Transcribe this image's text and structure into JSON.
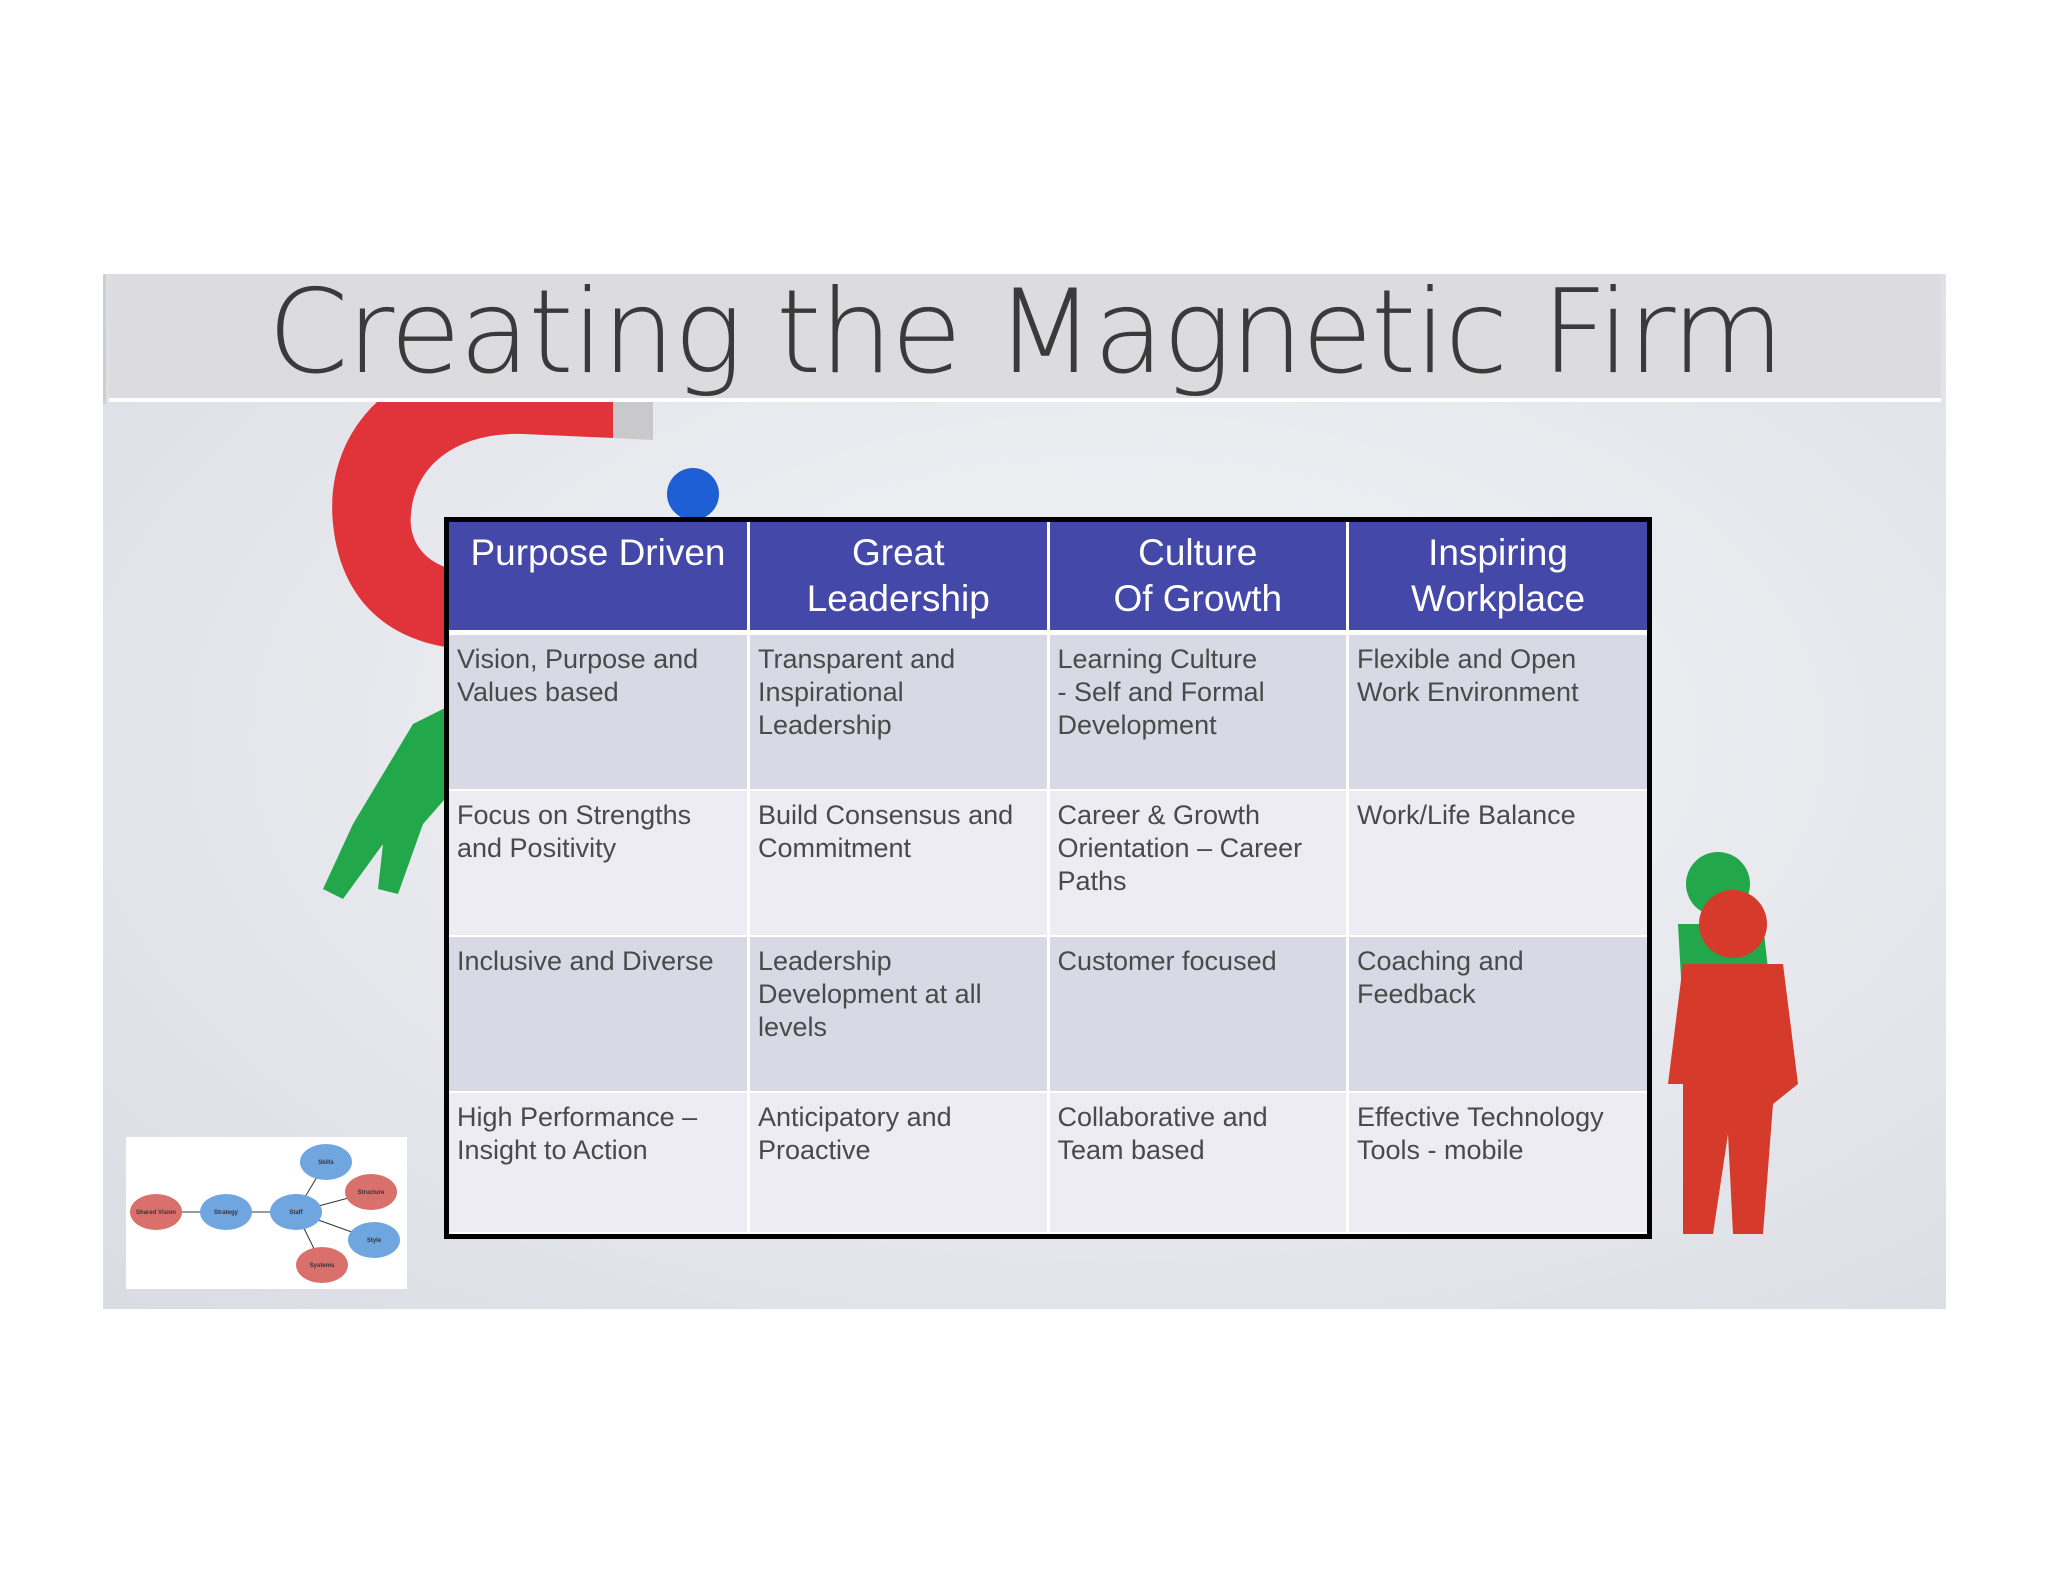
{
  "title": "Creating the Magnetic Firm",
  "columns": [
    "Purpose Driven",
    "Great Leadership",
    "Culture\nOf Growth",
    "Inspiring\nWorkplace"
  ],
  "rows": [
    [
      "Vision, Purpose and Values based",
      "Transparent and Inspirational Leadership",
      "Learning Culture\n- Self and Formal Development",
      "Flexible and Open Work Environment"
    ],
    [
      "Focus on Strengths and Positivity",
      "Build Consensus and Commitment",
      "Career & Growth Orientation – Career Paths",
      "Work/Life Balance"
    ],
    [
      "Inclusive and Diverse",
      "Leadership Development at all levels",
      "Customer focused",
      "Coaching and Feedback"
    ],
    [
      "High Performance – Insight to Action",
      "Anticipatory and Proactive",
      "Collaborative and Team based",
      "Effective Technology Tools - mobile"
    ]
  ],
  "diagram": {
    "nodes": [
      "Shared Vision",
      "Strategy",
      "Staff",
      "Skills",
      "Structure",
      "Style",
      "Systems"
    ]
  },
  "colors": {
    "header_bg": "#4448a8",
    "row_odd": "#d9d9e6",
    "row_even": "#ececf2",
    "magnet_red": "#e0333a",
    "figure_blue": "#1e5fd6",
    "figure_green": "#22a84a",
    "figure_red": "#d63a2a"
  },
  "icons": [
    "magnet-icon",
    "person-figure-icon"
  ]
}
